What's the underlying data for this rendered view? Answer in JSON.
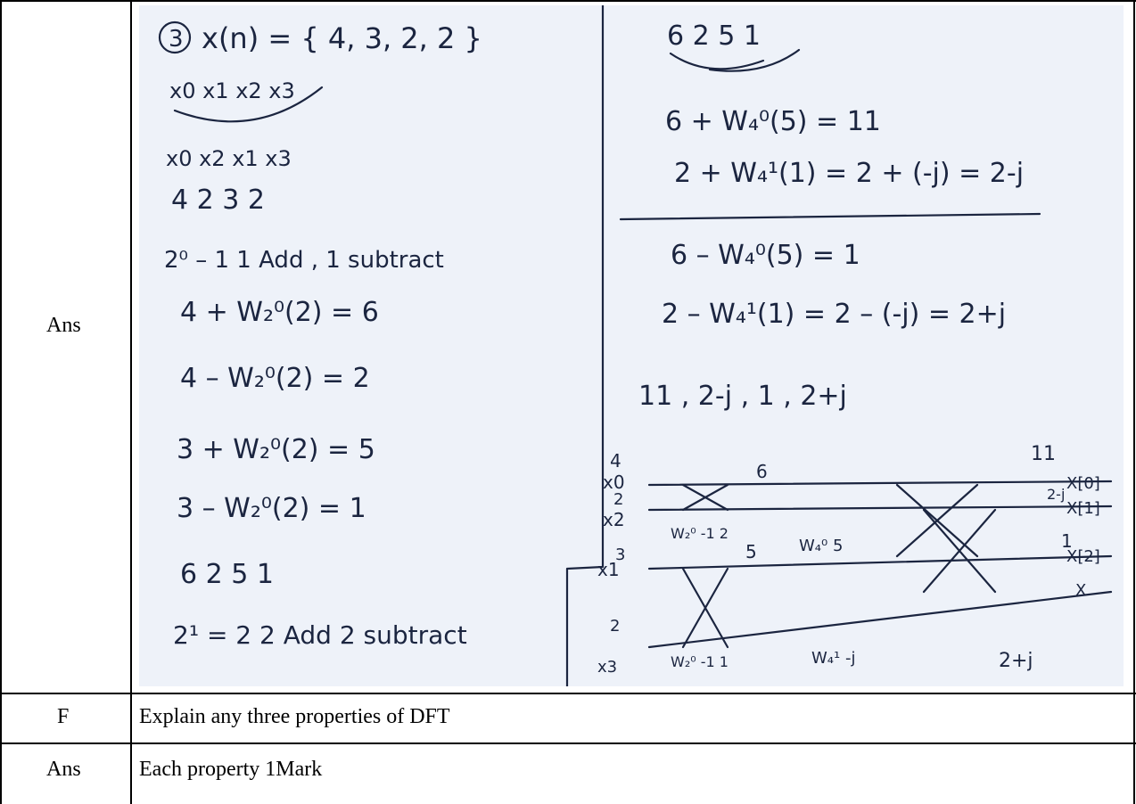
{
  "rows": [
    {
      "label": "Ans",
      "content_type": "handwritten-scan",
      "handwriting": {
        "left": {
          "problem_number": "3",
          "sequence": "x(n) = { 4, 3, 2, 2 }",
          "indices": "x0   x1   x2   x3",
          "reordered_indices": "x0   x2   x1   x3",
          "reordered_values": "4   2   3   2",
          "stage1_note": "2⁰ – 1    1 Add , 1 subtract",
          "eq1": "4 + W₂⁰(2) = 6",
          "eq2": "4 – W₂⁰(2) = 2",
          "eq3": "3 + W₂⁰(2) = 5",
          "eq4": "3 – W₂⁰(2) = 1",
          "stage1_result": "6   2   5   1",
          "stage2_note": "2¹ = 2     2 Add   2 subtract"
        },
        "right": {
          "values": "6   2   5   1",
          "eq1": "6 + W₄⁰(5) = 11",
          "eq2": "2 + W₄¹(1) = 2 + (-j) = 2-j",
          "eq3": "6 – W₄⁰(5) = 1",
          "eq4": "2 – W₄¹(1) = 2 – (-j) = 2+j",
          "result": "11 , 2-j , 1 , 2+j"
        },
        "diagram": {
          "inputs": [
            {
              "name": "x0",
              "value": "4"
            },
            {
              "name": "x2",
              "value": "2"
            },
            {
              "name": "x1",
              "value": "3"
            },
            {
              "name": "x3",
              "value": "2"
            }
          ],
          "outputs": [
            "X[0]",
            "X[1]",
            "X[2]",
            "X"
          ],
          "stage1_labels": [
            "6",
            "W₂⁰  -1  2",
            "5",
            "W₂⁰  -1  1"
          ],
          "stage2_labels": [
            "W₄⁰ 5",
            "W₄¹ -j"
          ],
          "output_values": [
            "11",
            "2-j",
            "1",
            "2+j"
          ]
        }
      }
    },
    {
      "label": "F",
      "text": "Explain any three properties of DFT"
    },
    {
      "label": "Ans",
      "text": "Each property 1Mark"
    }
  ]
}
